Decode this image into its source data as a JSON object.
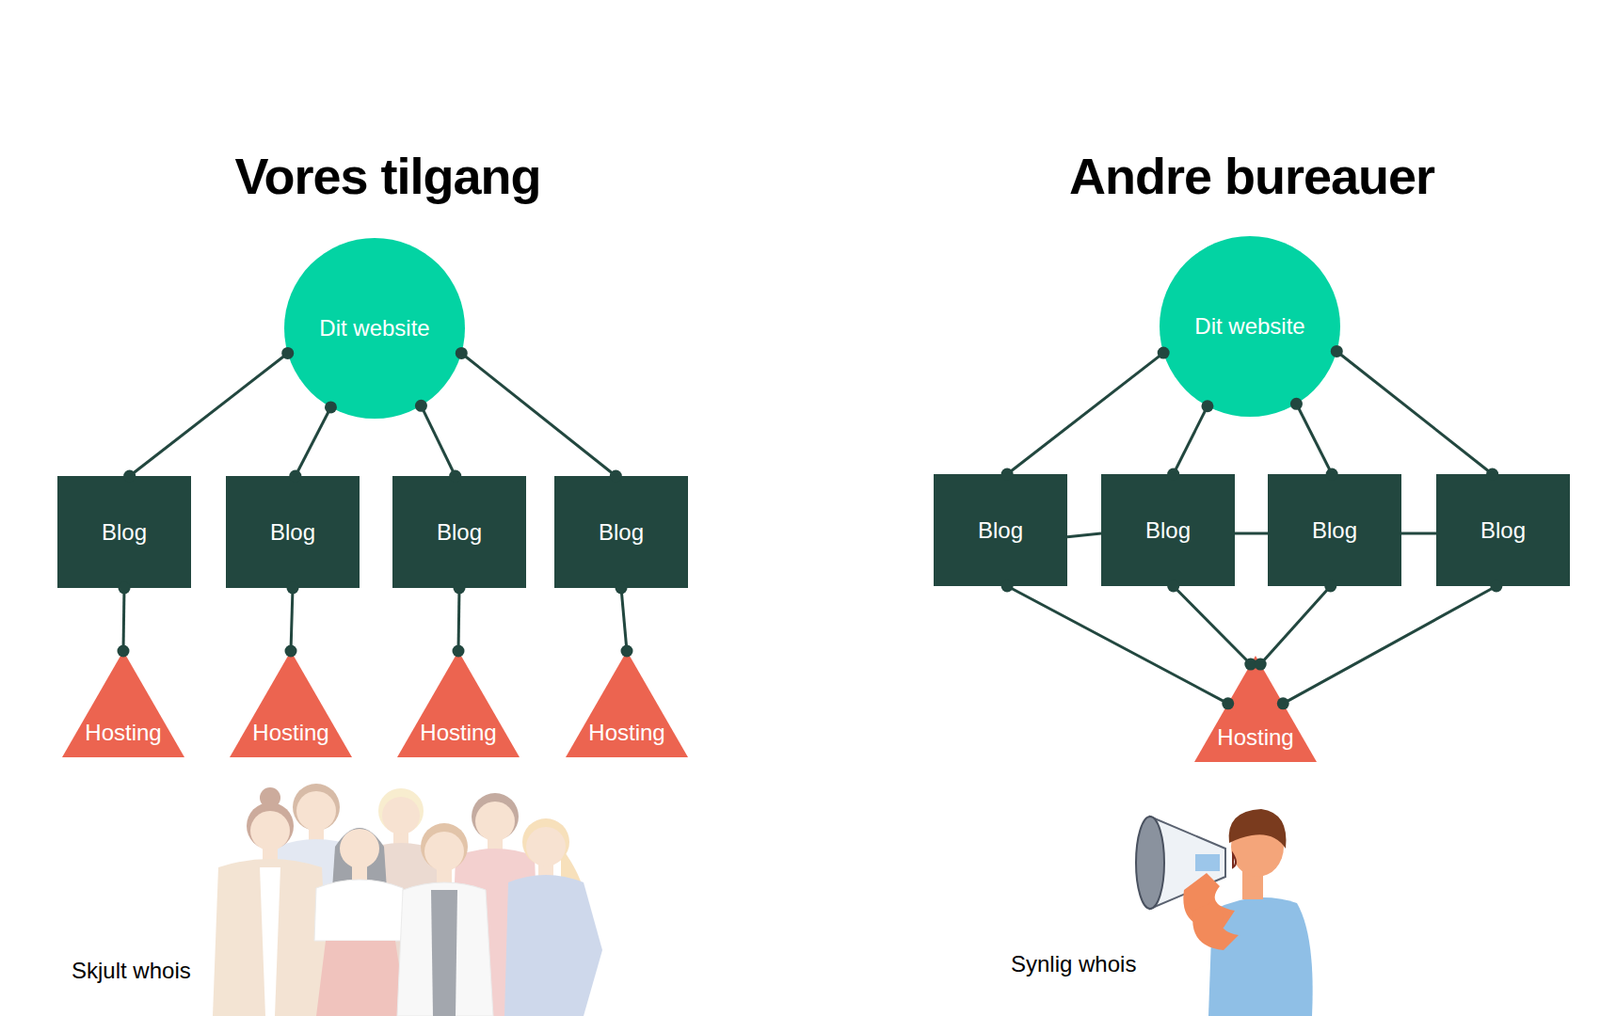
{
  "diagram": {
    "nodes": [
      {
        "text": [
          "Dit website"
        ]
      },
      {
        "text": [
          "Blog"
        ]
      },
      {
        "text": [
          "Blog"
        ]
      },
      {
        "text": [
          "Blog"
        ]
      },
      {
        "text": [
          "Blog"
        ]
      },
      {
        "text": [
          "Hosting"
        ]
      },
      {
        "text": [
          "Hosting"
        ]
      },
      {
        "text": [
          "Hosting"
        ]
      },
      {
        "text": [
          "Hosting"
        ]
      },
      {
        "text": [
          "Dit website"
        ]
      },
      {
        "text": [
          "Blog"
        ]
      },
      {
        "text": [
          "Blog"
        ]
      },
      {
        "text": [
          "Blog"
        ]
      },
      {
        "text": [
          "Blog"
        ]
      },
      {
        "text": [
          "Hosting"
        ]
      }
    ],
    "edges": [
      {
        "from": 0,
        "to": 1,
        "arrow": "none"
      },
      {
        "from": 0,
        "to": 2,
        "arrow": "none"
      },
      {
        "from": 0,
        "to": 3,
        "arrow": "none"
      },
      {
        "from": 0,
        "to": 4,
        "arrow": "none"
      },
      {
        "from": 1,
        "to": 5,
        "arrow": "none"
      },
      {
        "from": 2,
        "to": 6,
        "arrow": "none"
      },
      {
        "from": 3,
        "to": 7,
        "arrow": "none"
      },
      {
        "from": 4,
        "to": 8,
        "arrow": "none"
      },
      {
        "from": 9,
        "to": 10,
        "arrow": "none"
      },
      {
        "from": 9,
        "to": 11,
        "arrow": "none"
      },
      {
        "from": 9,
        "to": 12,
        "arrow": "none"
      },
      {
        "from": 9,
        "to": 13,
        "arrow": "none"
      },
      {
        "from": 10,
        "to": 11,
        "arrow": "none"
      },
      {
        "from": 11,
        "to": 12,
        "arrow": "none"
      },
      {
        "from": 12,
        "to": 13,
        "arrow": "none"
      },
      {
        "from": 10,
        "to": 14,
        "arrow": "none"
      },
      {
        "from": 11,
        "to": 14,
        "arrow": "none"
      },
      {
        "from": 12,
        "to": 14,
        "arrow": "none"
      },
      {
        "from": 13,
        "to": 14,
        "arrow": "none"
      }
    ],
    "labels": [
      "Vores tilgang",
      "Andre bureauer",
      "Skjult whois",
      "Synlig whois"
    ]
  }
}
